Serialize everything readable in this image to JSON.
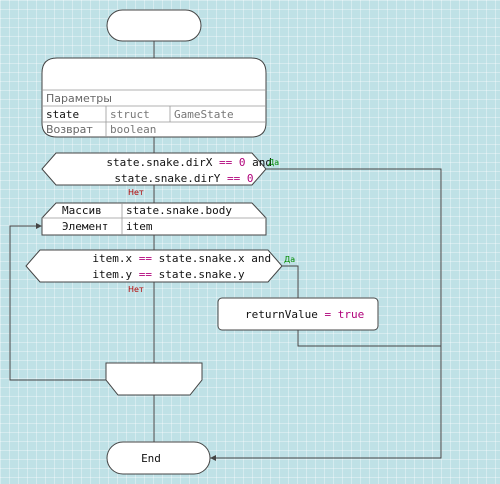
{
  "start": {
    "label": ""
  },
  "function_block": {
    "title": "",
    "params_header": "Параметры",
    "params": [
      {
        "name": "state",
        "kind": "struct",
        "type": "GameState"
      }
    ],
    "return_label": "Возврат",
    "return_type": "boolean"
  },
  "condition1": {
    "line1_pre": "state.snake.dirX ",
    "line1_op": "==",
    "line1_mid": " ",
    "line1_val": "0",
    "line1_post": " and",
    "line2_pre": "state.snake.dirY ",
    "line2_op": "==",
    "line2_mid": " ",
    "line2_val": "0",
    "yes": "Да",
    "no": "Нет"
  },
  "loop": {
    "array_label": "Массив",
    "array_value": "state.snake.body",
    "element_label": "Элемент",
    "element_value": "item"
  },
  "condition2": {
    "line1_pre": "item.x ",
    "line1_op": "==",
    "line1_post": " state.snake.x and",
    "line2_pre": "item.y ",
    "line2_op": "==",
    "line2_post": " state.snake.y",
    "yes": "Да",
    "no": "Нет"
  },
  "assign": {
    "target": "returnValue",
    "op": " = ",
    "value": "true"
  },
  "loop_end": {
    "label": ""
  },
  "end": {
    "label": "End"
  }
}
